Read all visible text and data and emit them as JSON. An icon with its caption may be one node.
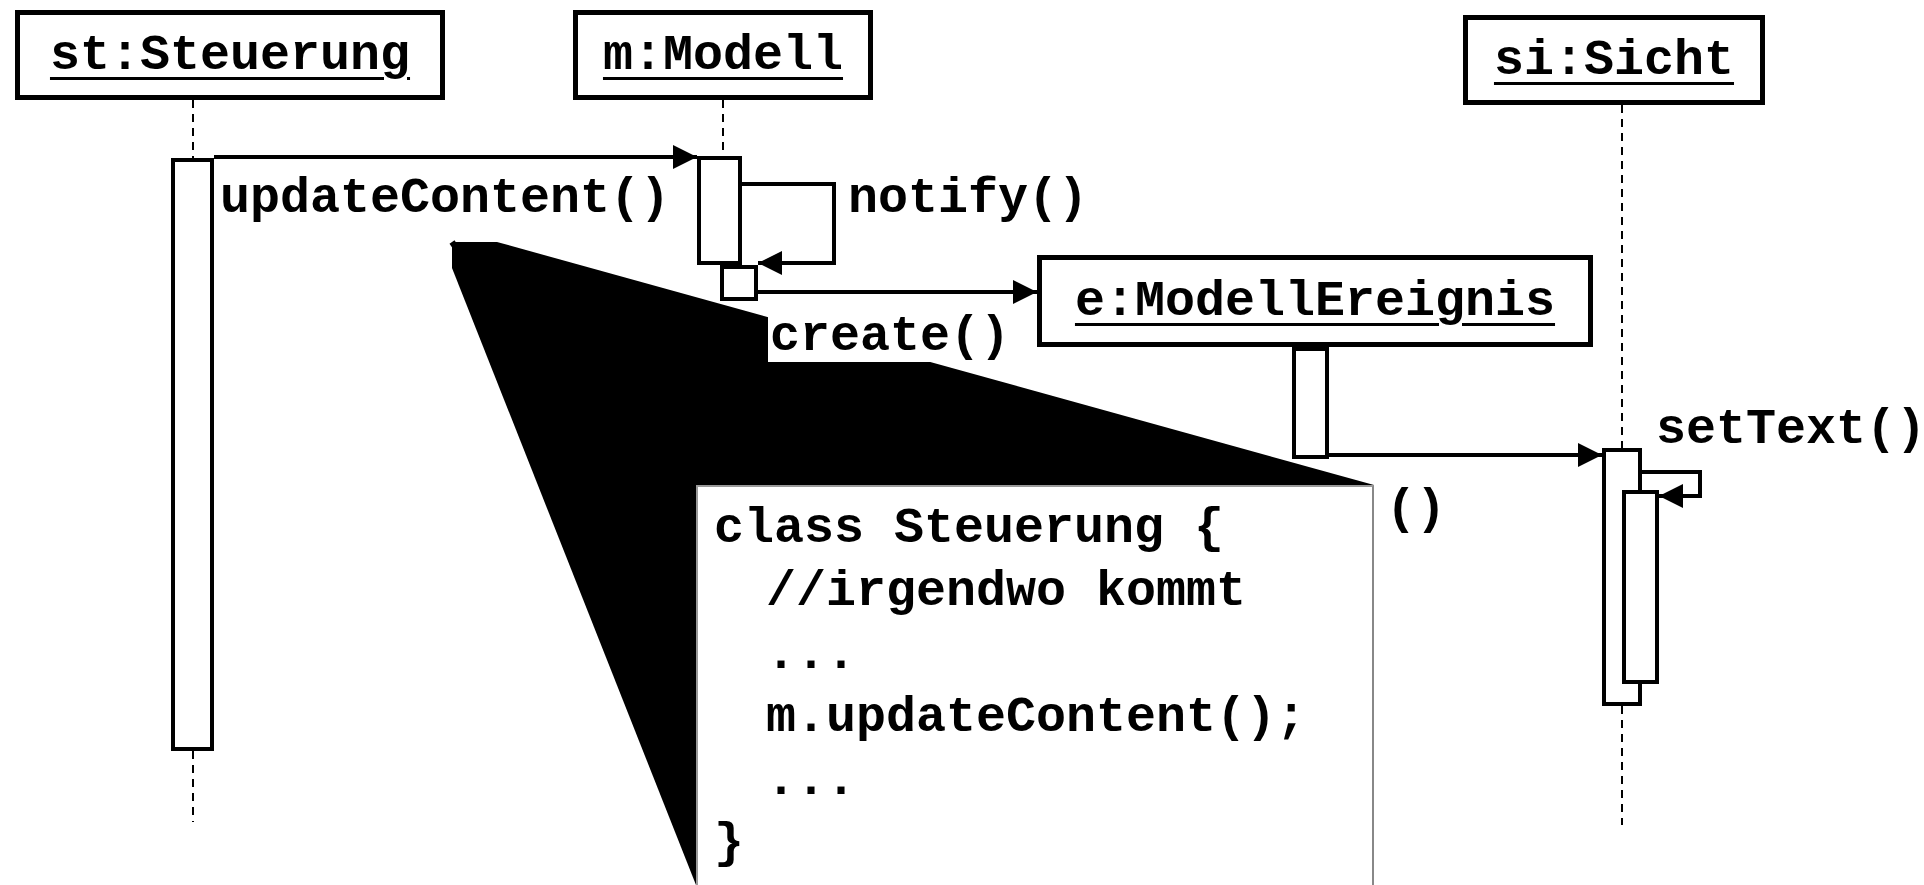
{
  "diagram": {
    "nodes": [
      {
        "text": [
          "st:Steuerung"
        ]
      },
      {
        "text": [
          "m:Modell"
        ]
      },
      {
        "text": [
          "si:Sicht"
        ]
      },
      {
        "text": [
          "e:ModellEreignis"
        ]
      },
      {
        "text": [
          "class Steuerung {",
          "//irgendwo kommt",
          "...",
          "m.updateContent();",
          "...",
          "}"
        ]
      },
      {
        "text": [],
        "shape": "bar"
      },
      {
        "text": [],
        "shape": "bar"
      },
      {
        "text": [],
        "shape": "bar"
      },
      {
        "text": [],
        "shape": "bar"
      },
      {
        "text": [],
        "shape": "bar"
      },
      {
        "text": [],
        "shape": "bar"
      }
    ],
    "edges": [
      {
        "from": 0,
        "to": 5,
        "arrow": "none",
        "style": "dashed"
      },
      {
        "from": 1,
        "to": 6,
        "arrow": "none",
        "style": "dashed"
      },
      {
        "from": 2,
        "to": 9,
        "arrow": "none",
        "style": "dashed"
      },
      {
        "from": 5,
        "to": 6,
        "arrow": "to",
        "label": "updateContent()"
      },
      {
        "from": 6,
        "to": 7,
        "arrow": "to",
        "label": "notify()"
      },
      {
        "from": 7,
        "to": 3,
        "arrow": "to",
        "label": "create()"
      },
      {
        "from": 8,
        "to": 9,
        "arrow": "to",
        "label": "()"
      },
      {
        "from": 9,
        "to": 10,
        "arrow": "to",
        "label": "setText()"
      },
      {
        "from": 4,
        "to": null,
        "arrow": "none"
      }
    ]
  }
}
